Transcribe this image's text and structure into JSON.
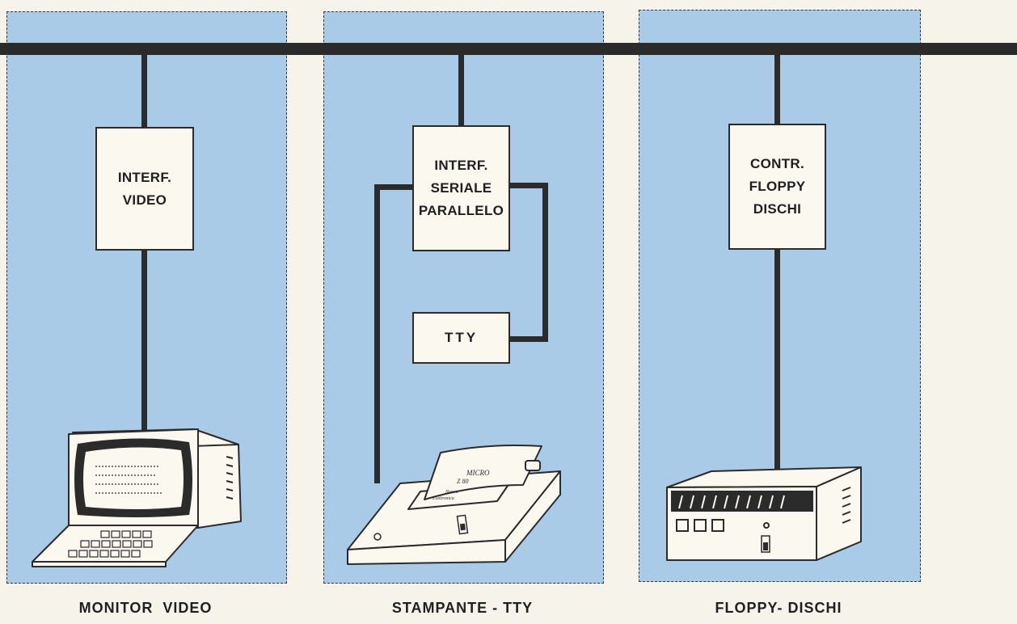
{
  "panels": [
    {
      "caption": "MONITOR  VIDEO",
      "box": {
        "lines": [
          "INTERF.",
          "VIDEO"
        ]
      }
    },
    {
      "caption": "STAMPANTE - TTY",
      "box": {
        "lines": [
          "INTERF.",
          "SERIALE",
          "PARALLELO"
        ]
      },
      "tty": "TTY",
      "paper_text": [
        "MICRO",
        "Z 80",
        "Nuova",
        "Elettronica"
      ]
    },
    {
      "caption": "FLOPPY- DISCHI",
      "box": {
        "lines": [
          "CONTR.",
          "FLOPPY",
          "DISCHI"
        ]
      }
    }
  ]
}
